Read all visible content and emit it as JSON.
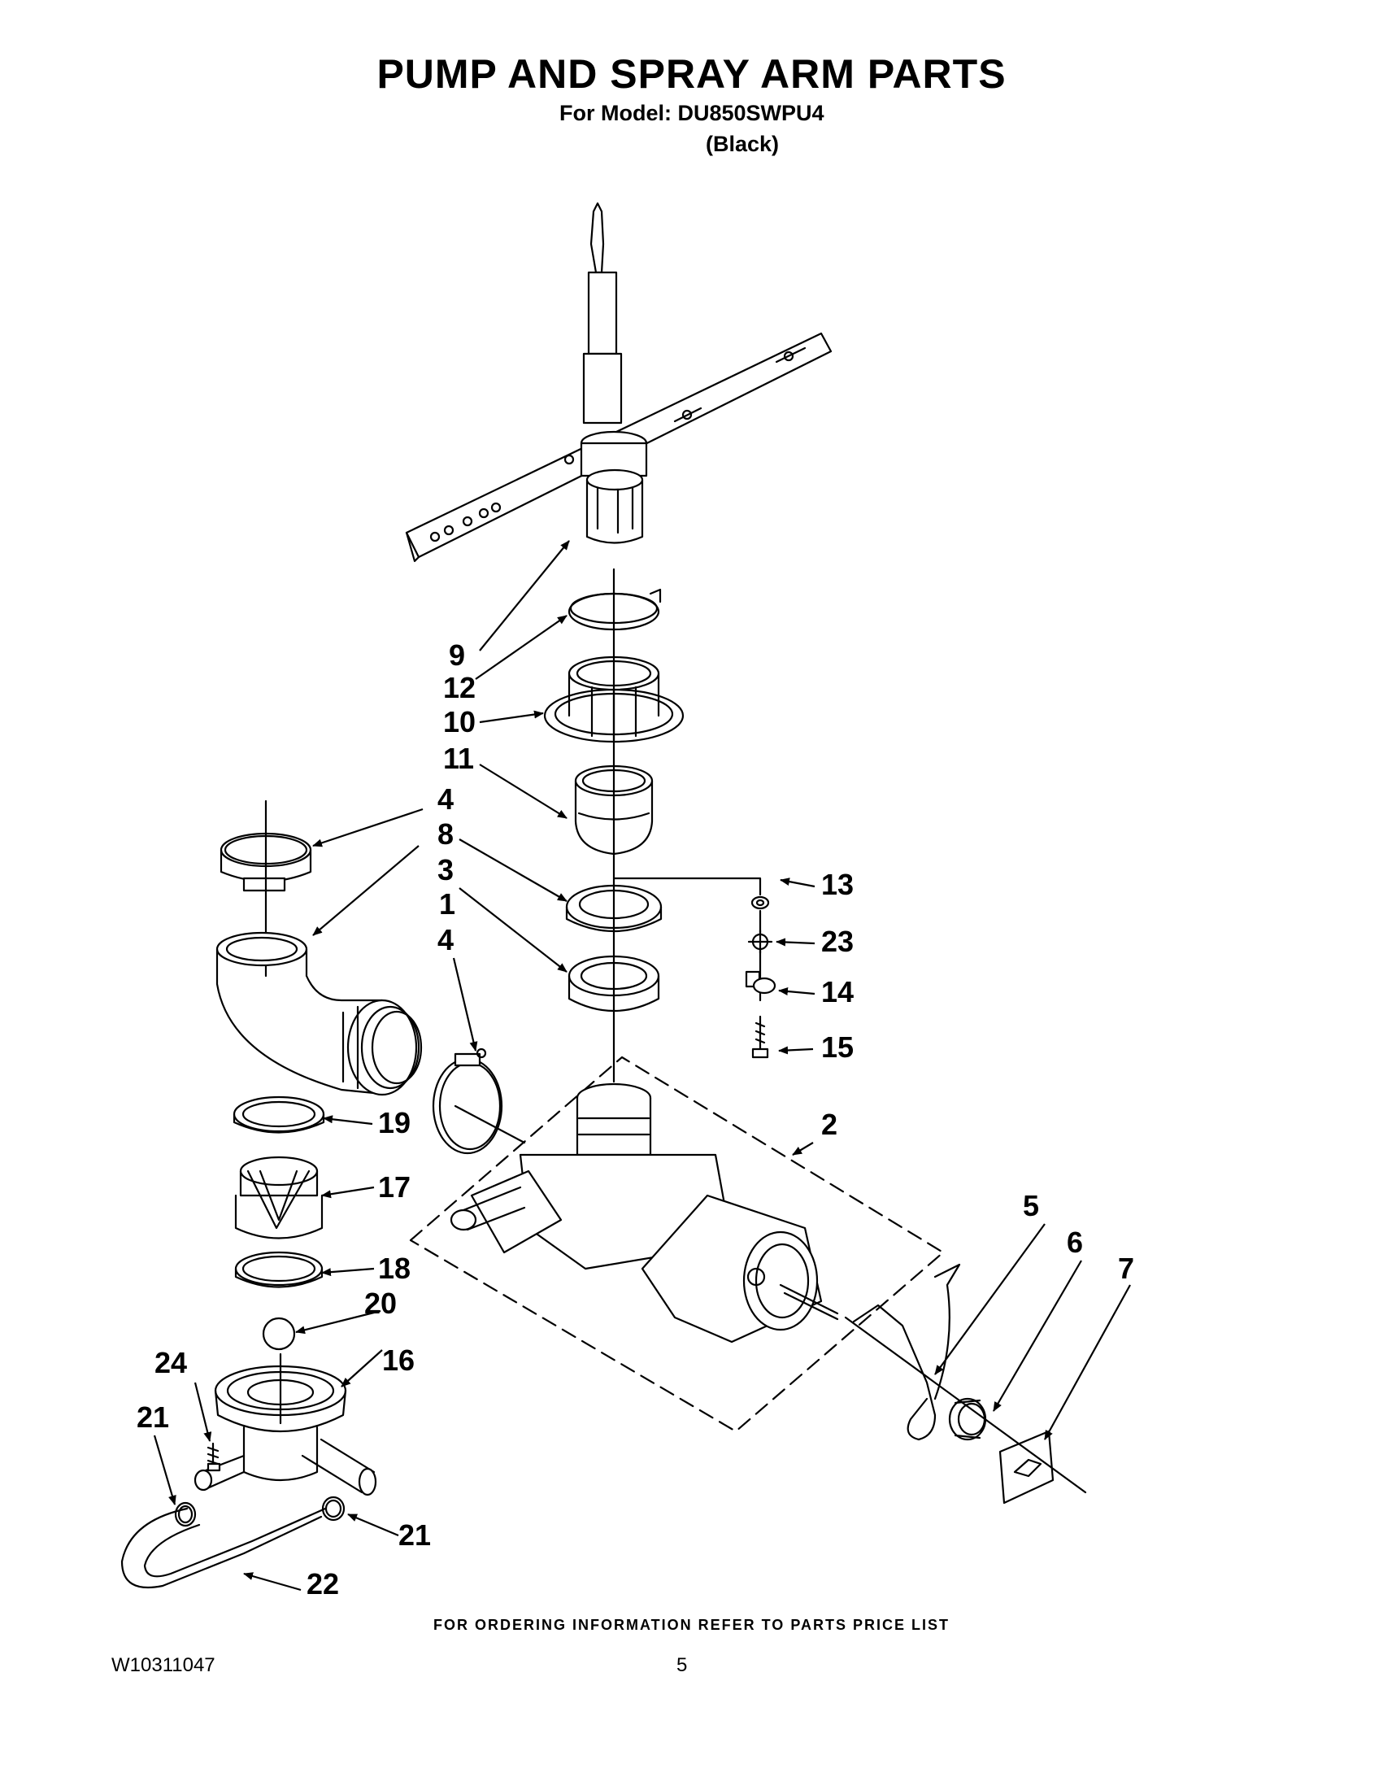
{
  "header": {
    "title": "PUMP AND SPRAY ARM PARTS",
    "model_line": "For Model: DU850SWPU4",
    "color_line": "(Black)"
  },
  "callouts": {
    "c9": "9",
    "c12": "12",
    "c10": "10",
    "c11": "11",
    "c4a": "4",
    "c8": "8",
    "c3": "3",
    "c1": "1",
    "c4b": "4",
    "c13": "13",
    "c23": "23",
    "c14": "14",
    "c15": "15",
    "c2": "2",
    "c19": "19",
    "c17": "17",
    "c18": "18",
    "c20": "20",
    "c5": "5",
    "c6": "6",
    "c7": "7",
    "c24": "24",
    "c16": "16",
    "c21a": "21",
    "c21b": "21",
    "c22": "22"
  },
  "footer": {
    "ordering_note": "FOR ORDERING INFORMATION REFER TO PARTS PRICE LIST",
    "document_number": "W10311047",
    "page_number": "5"
  }
}
